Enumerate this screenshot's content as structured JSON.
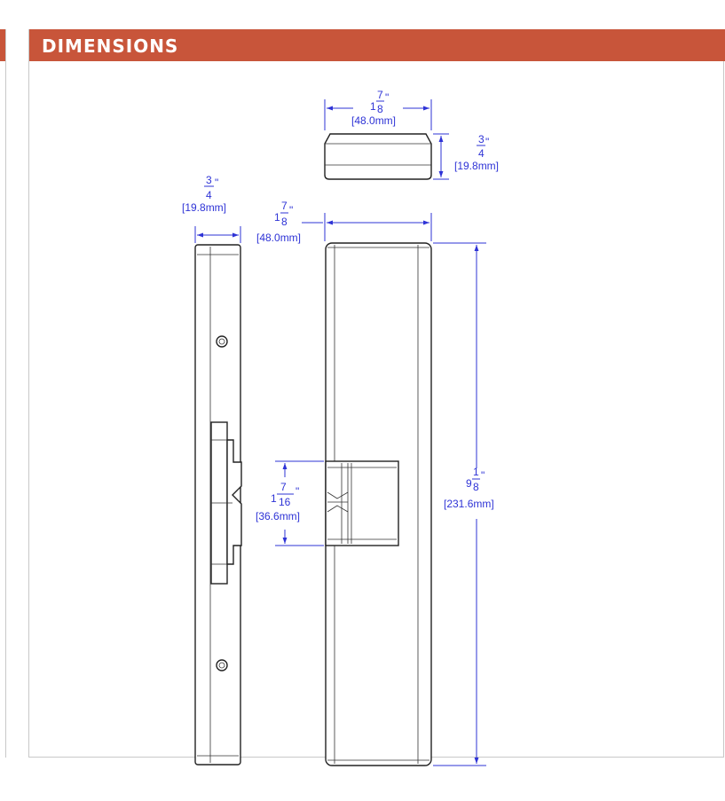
{
  "header": {
    "title": "DIMENSIONS",
    "accent_color": "#c8553a"
  },
  "diagram": {
    "line_color": "#2e33d6",
    "dimensions": {
      "top_width": {
        "whole": "1",
        "num": "7",
        "den": "8",
        "inch": "\"",
        "mm": "[48.0mm]"
      },
      "top_height": {
        "whole": "",
        "num": "3",
        "den": "4",
        "inch": "\"",
        "mm": "[19.8mm]"
      },
      "side_width": {
        "whole": "",
        "num": "3",
        "den": "4",
        "inch": "\"",
        "mm": "[19.8mm]"
      },
      "front_width": {
        "whole": "1",
        "num": "7",
        "den": "8",
        "inch": "\"",
        "mm": "[48.0mm]"
      },
      "front_height": {
        "whole": "9",
        "num": "1",
        "den": "8",
        "inch": "\"",
        "mm": "[231.6mm]"
      },
      "strike_height": {
        "whole": "1",
        "num": "7",
        "den": "16",
        "inch": "\"",
        "mm": "[36.6mm]"
      }
    }
  }
}
